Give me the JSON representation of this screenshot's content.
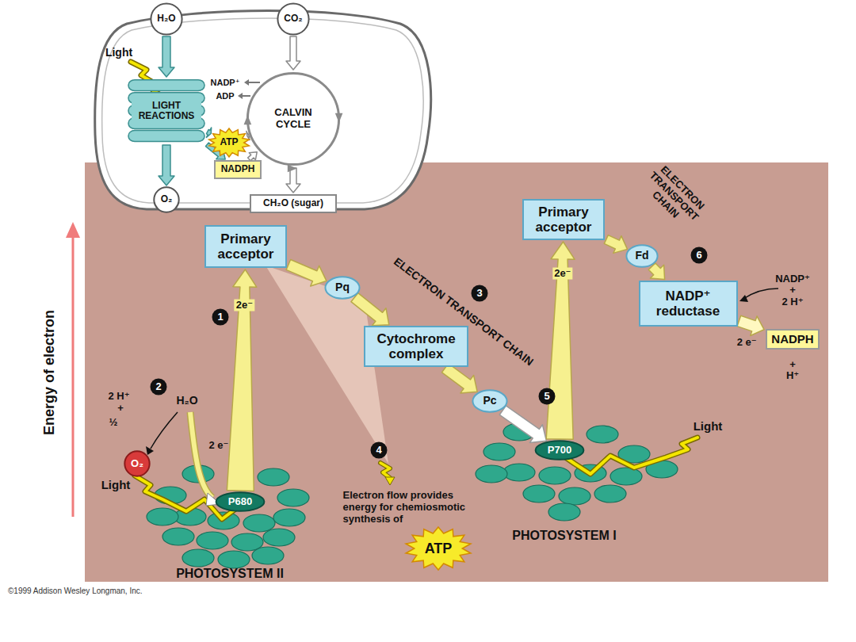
{
  "diagram": {
    "nodes": [
      {
        "text": [
          "H₂O"
        ]
      },
      {
        "text": [
          "CO₂"
        ]
      },
      {
        "text": [
          "LIGHT REACTIONS"
        ]
      },
      {
        "text": [
          "CALVIN CYCLE"
        ]
      },
      {
        "text": [
          "ATP"
        ]
      },
      {
        "text": [
          "NADPH"
        ]
      },
      {
        "text": [
          "O₂"
        ]
      },
      {
        "text": [
          "CH₂O (sugar)"
        ]
      },
      {
        "text": [
          "Primary acceptor"
        ]
      },
      {
        "text": [
          "Pq"
        ]
      },
      {
        "text": [
          "Cytochrome complex"
        ]
      },
      {
        "text": [
          "Pc"
        ]
      },
      {
        "text": [
          "P680"
        ]
      },
      {
        "text": [
          "P700"
        ]
      },
      {
        "text": [
          "Primary acceptor"
        ]
      },
      {
        "text": [
          "Fd"
        ]
      },
      {
        "text": [
          "NADP⁺ reductase"
        ]
      },
      {
        "text": [
          "NADPH"
        ]
      },
      {
        "text": [
          "O₂"
        ]
      },
      {
        "text": [
          "ATP"
        ]
      }
    ],
    "edges": [
      {
        "from": 0,
        "to": 2,
        "arrow": "to"
      },
      {
        "from": 2,
        "to": 6,
        "arrow": "to"
      },
      {
        "from": 1,
        "to": 3,
        "arrow": "to"
      },
      {
        "from": 3,
        "to": 7,
        "arrow": "to"
      },
      {
        "from": 2,
        "to": 4,
        "arrow": "to"
      },
      {
        "from": 2,
        "to": 5,
        "arrow": "to"
      },
      {
        "from": 4,
        "to": 3,
        "arrow": "to"
      },
      {
        "from": 5,
        "to": 3,
        "arrow": "to"
      },
      {
        "from": 12,
        "to": 8,
        "arrow": "to",
        "label": "2e⁻"
      },
      {
        "from": 8,
        "to": 9,
        "arrow": "to"
      },
      {
        "from": 9,
        "to": 10,
        "arrow": "to"
      },
      {
        "from": 10,
        "to": 11,
        "arrow": "to"
      },
      {
        "from": 11,
        "to": 13,
        "arrow": "to"
      },
      {
        "from": 13,
        "to": 14,
        "arrow": "to",
        "label": "2e⁻"
      },
      {
        "from": 14,
        "to": 15,
        "arrow": "to"
      },
      {
        "from": 15,
        "to": 16,
        "arrow": "to"
      },
      {
        "from": 16,
        "to": 17,
        "arrow": "to",
        "label": "2 e⁻"
      }
    ],
    "labels": [
      "Light",
      "NADP⁺",
      "ADP",
      "Energy of electron",
      "1",
      "2",
      "3",
      "4",
      "5",
      "6",
      "2 H⁺",
      "+",
      "½",
      "H₂O",
      "2 e⁻",
      "Light",
      "Light",
      "ELECTRON TRANSPORT CHAIN",
      "ELECTRON TRANSPORT CHAIN",
      "Electron flow provides energy for chemiosmotic synthesis of",
      "PHOTOSYSTEM II",
      "PHOTOSYSTEM I",
      "NADP⁺",
      "+",
      "2 H⁺",
      "+",
      "H⁺",
      "©1999 Addison Wesley Longman, Inc."
    ]
  }
}
